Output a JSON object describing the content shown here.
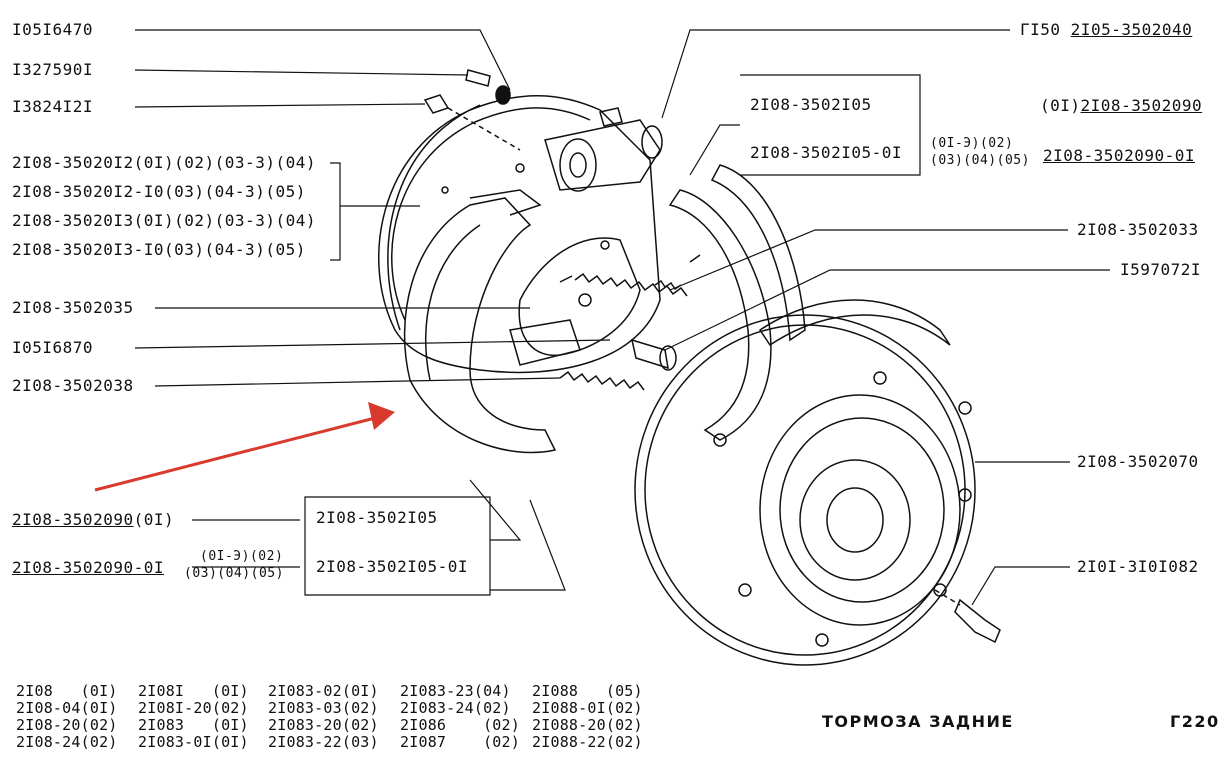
{
  "labels": {
    "l1": "I05I6470",
    "l2": "I327590I",
    "l3": "I3824I2I",
    "l4": "2I08-35020I2(0I)(02)(03-3)(04)",
    "l5": "2I08-35020I2-I0(03)(04-3)(05)",
    "l6": "2I08-35020I3(0I)(02)(03-3)(04)",
    "l7": "2I08-35020I3-I0(03)(04-3)(05)",
    "l8": "2I08-3502035",
    "l9": "I05I6870",
    "l10": "2I08-3502038",
    "l11": "2I08-3502090",
    "l11b": "(0I)",
    "l12": "2I08-3502090-0I",
    "l12a": "(0I-Э)(02)",
    "l12b": "(03)(04)(05)",
    "b1": "2I08-3502I05",
    "b2": "2I08-3502I05-0I",
    "r1a": "ГI50",
    "r1b": "2I05-3502040",
    "r2a": "(0I)",
    "r2b": "2I08-3502090",
    "r3a": "(0I-Э)(02)",
    "r3b": "(03)(04)(05)",
    "r3c": "2I08-3502090-0I",
    "t1": "2I08-3502I05",
    "t2": "2I08-3502I05-0I",
    "r4": "2I08-3502033",
    "r5": "I597072I",
    "r6": "2I08-3502070",
    "r7": "2I0I-3I0I082"
  },
  "models": [
    [
      "2I08   (0I)",
      "2I08-04(0I)",
      "2I08-20(02)",
      "2I08-24(02)"
    ],
    [
      "2I08I   (0I)",
      "2I08I-20(02)",
      "2I083   (0I)",
      "2I083-0I(0I)"
    ],
    [
      "2I083-02(0I)",
      "2I083-03(02)",
      "2I083-20(02)",
      "2I083-22(03)"
    ],
    [
      "2I083-23(04)",
      "2I083-24(02)",
      "2I086    (02)",
      "2I087    (02)"
    ],
    [
      "2I088   (05)",
      "2I088-0I(02)",
      "2I088-20(02)",
      "2I088-22(02)"
    ]
  ],
  "footer": {
    "title": "ТОРМОЗА ЗАДНИЕ",
    "page": "Г220"
  },
  "colors": {
    "ink": "#111111",
    "arrow": "#d93a2e"
  }
}
